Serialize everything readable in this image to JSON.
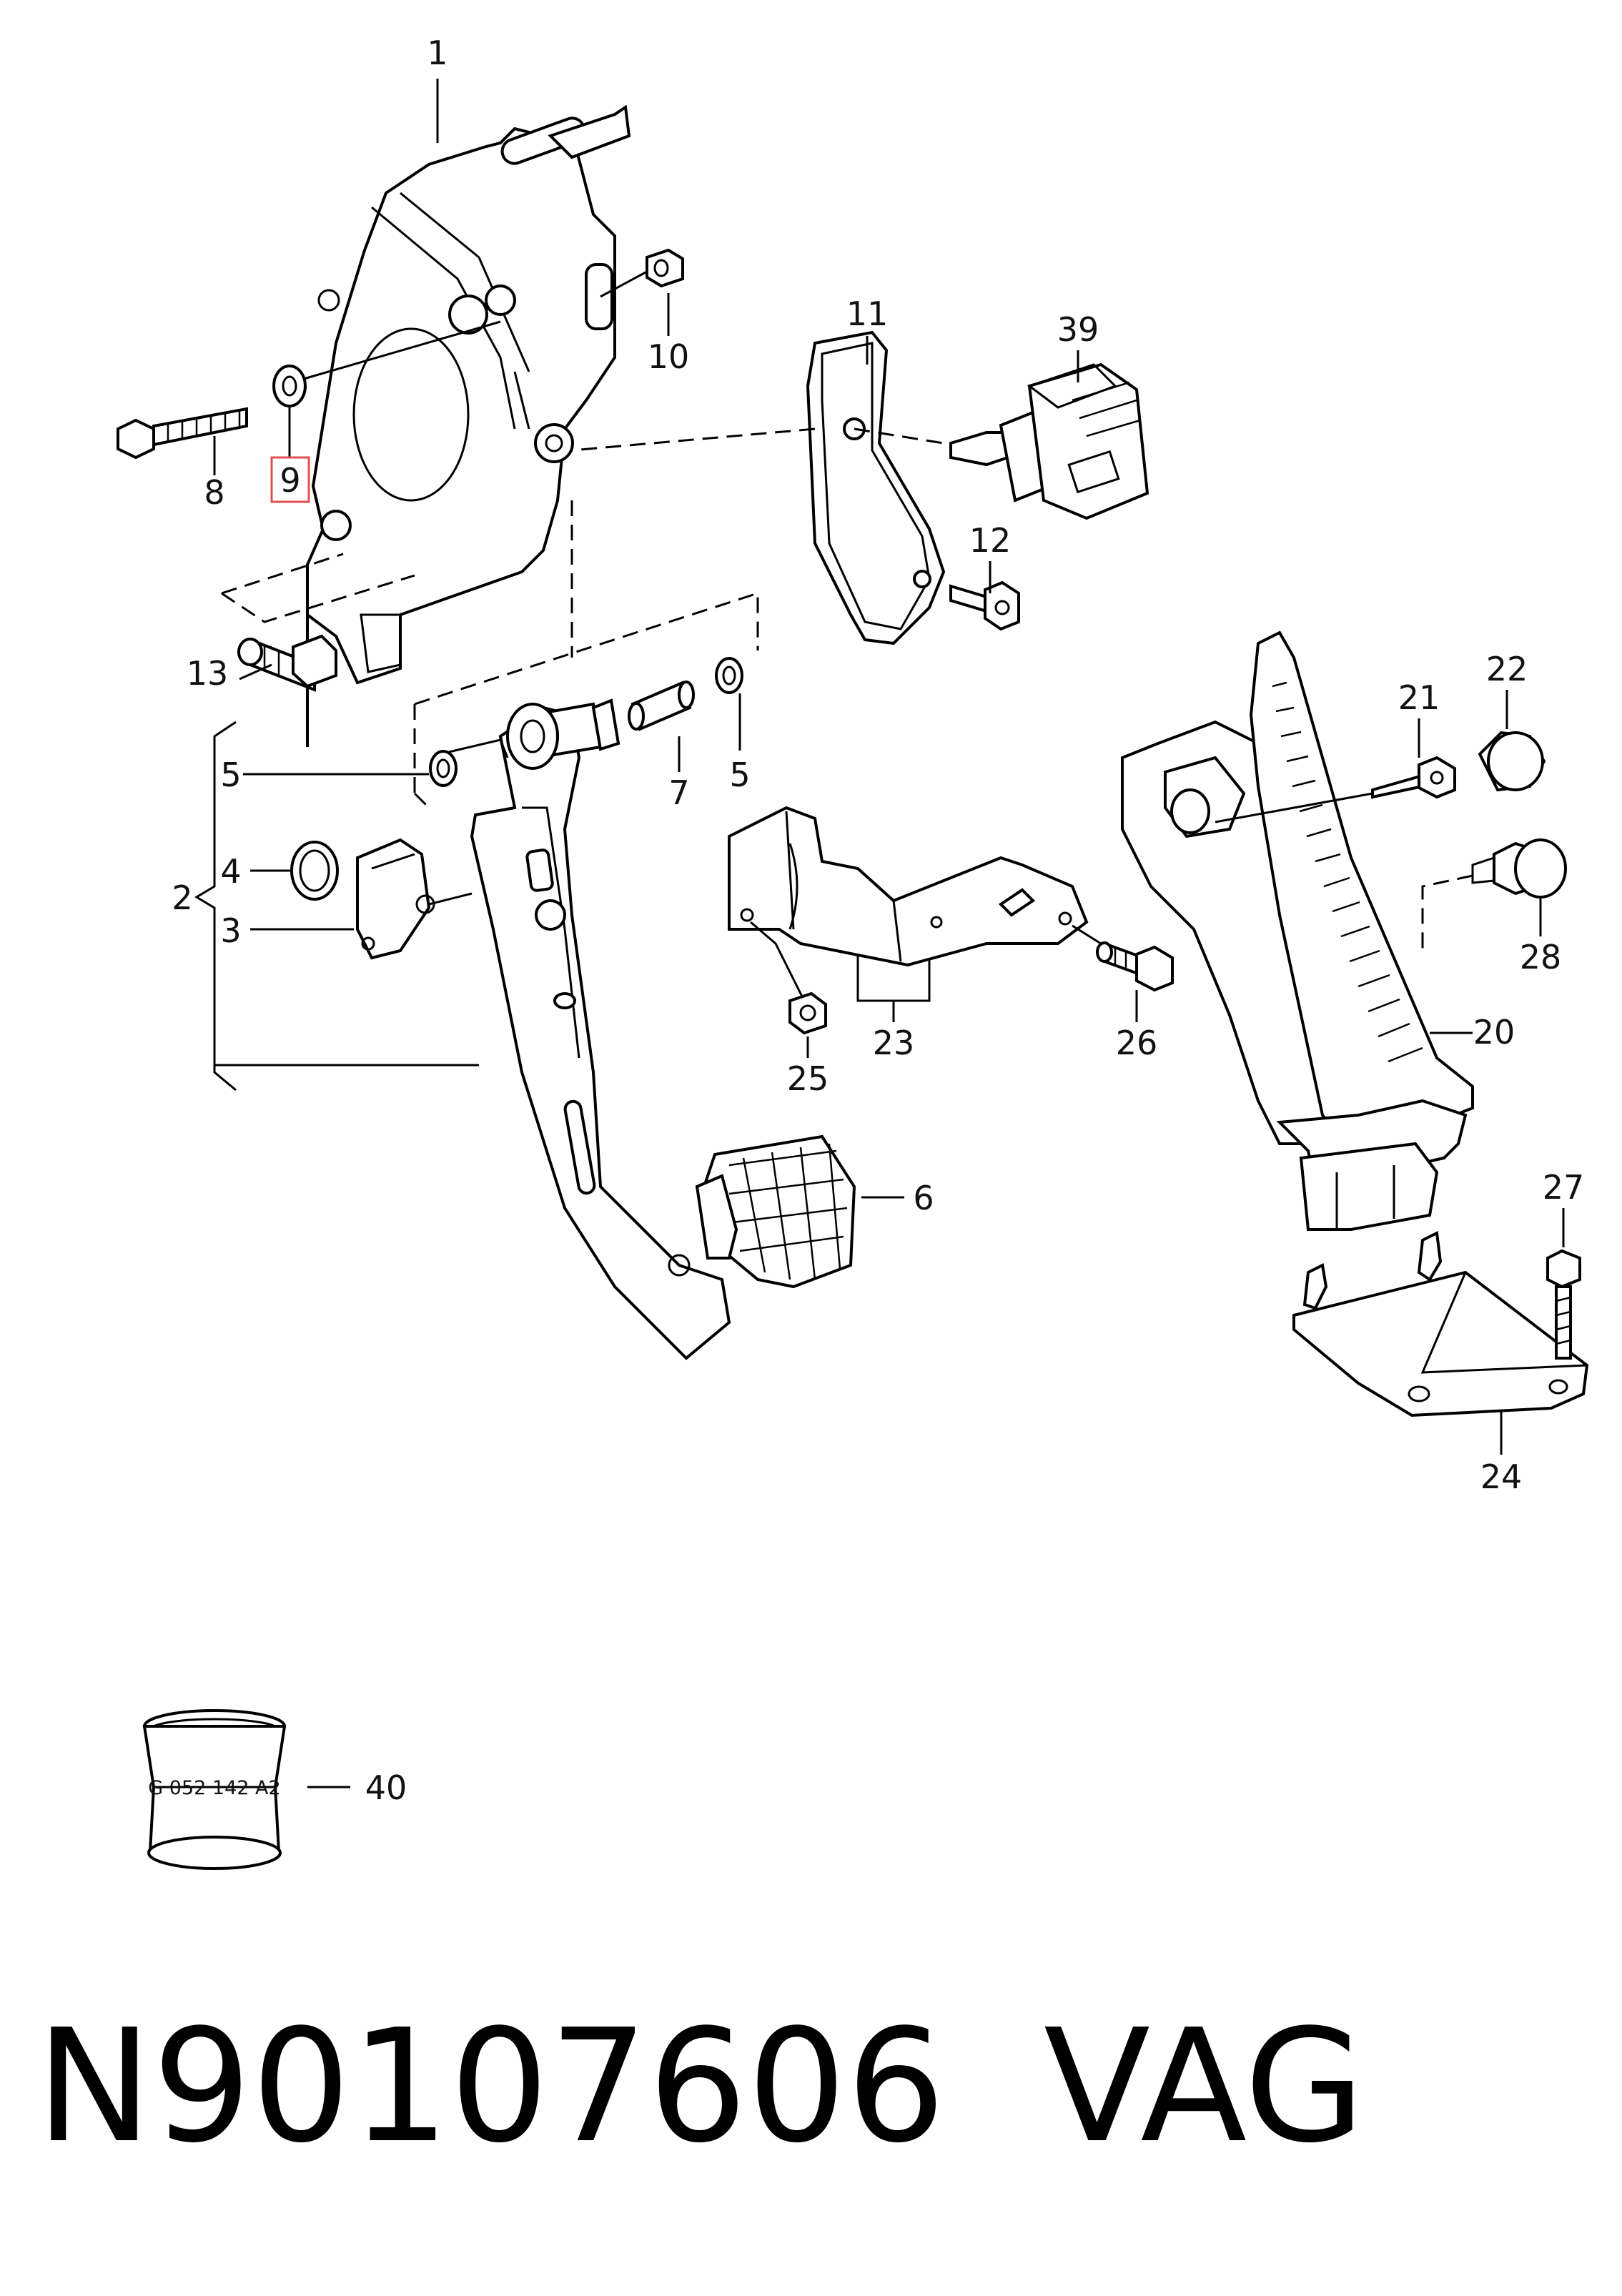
{
  "labels": {
    "l1": "1",
    "l2": "2",
    "l3": "3",
    "l4": "4",
    "l5a": "5",
    "l5b": "5",
    "l6": "6",
    "l7": "7",
    "l8": "8",
    "l9": "9",
    "l10": "10",
    "l11": "11",
    "l12": "12",
    "l13": "13",
    "l20": "20",
    "l21": "21",
    "l22": "22",
    "l23": "23",
    "l24": "24",
    "l25": "25",
    "l26": "26",
    "l27": "27",
    "l28": "28",
    "l39": "39",
    "l40": "40"
  },
  "highlighted_label": "9",
  "stamp": "G 052 142 A2",
  "footer": {
    "part_number": "N90107606",
    "manufacturer": "VAG"
  }
}
